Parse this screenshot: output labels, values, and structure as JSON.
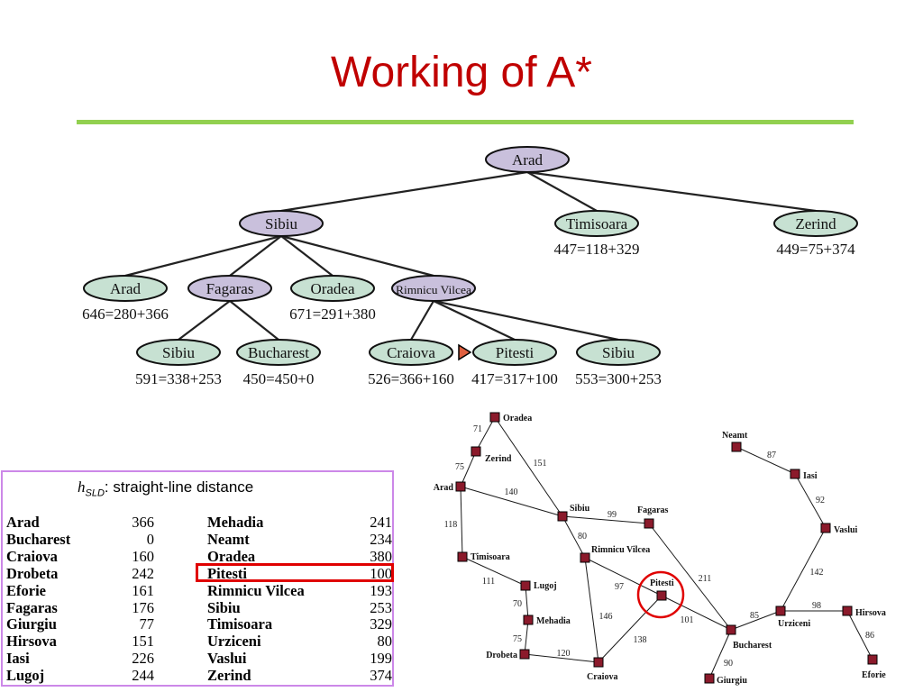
{
  "slide": {
    "title": "Working of A*",
    "heuristic_caption": {
      "symbol": "h",
      "subscript": "SLD",
      "text": ": straight-line distance"
    }
  },
  "colors": {
    "title": "#c00000",
    "rule": "#92d050",
    "expanded_node": "#c9c0dc",
    "frontier_node": "#c7e1d2",
    "highlight": "#e00000",
    "table_border": "#cc88e8",
    "map_city": "#8b1a2b",
    "marker": "#e06040"
  },
  "search_tree": {
    "nodes": [
      {
        "id": "n_arad_root",
        "label": "Arad",
        "state": "expanded",
        "f": ""
      },
      {
        "id": "n_sibiu",
        "label": "Sibiu",
        "state": "expanded",
        "f": ""
      },
      {
        "id": "n_timisoara",
        "label": "Timisoara",
        "state": "frontier",
        "f": "447=118+329"
      },
      {
        "id": "n_zerind",
        "label": "Zerind",
        "state": "frontier",
        "f": "449=75+374"
      },
      {
        "id": "n_arad2",
        "label": "Arad",
        "state": "frontier",
        "f": "646=280+366"
      },
      {
        "id": "n_fagaras",
        "label": "Fagaras",
        "state": "expanded",
        "f": ""
      },
      {
        "id": "n_oradea",
        "label": "Oradea",
        "state": "frontier",
        "f": "671=291+380"
      },
      {
        "id": "n_rimnicu",
        "label": "Rimnicu Vilcea",
        "state": "expanded",
        "f": ""
      },
      {
        "id": "n_sibiu2",
        "label": "Sibiu",
        "state": "frontier",
        "f": "591=338+253"
      },
      {
        "id": "n_bucharest",
        "label": "Bucharest",
        "state": "frontier",
        "f": "450=450+0"
      },
      {
        "id": "n_craiova",
        "label": "Craiova",
        "state": "frontier",
        "f": "526=366+160"
      },
      {
        "id": "n_pitesti",
        "label": "Pitesti",
        "state": "frontier",
        "f": "417=317+100",
        "selected": true
      },
      {
        "id": "n_sibiu3",
        "label": "Sibiu",
        "state": "frontier",
        "f": "553=300+253"
      }
    ],
    "edges": [
      [
        "n_arad_root",
        "n_sibiu"
      ],
      [
        "n_arad_root",
        "n_timisoara"
      ],
      [
        "n_arad_root",
        "n_zerind"
      ],
      [
        "n_sibiu",
        "n_arad2"
      ],
      [
        "n_sibiu",
        "n_fagaras"
      ],
      [
        "n_sibiu",
        "n_oradea"
      ],
      [
        "n_sibiu",
        "n_rimnicu"
      ],
      [
        "n_fagaras",
        "n_sibiu2"
      ],
      [
        "n_fagaras",
        "n_bucharest"
      ],
      [
        "n_rimnicu",
        "n_craiova"
      ],
      [
        "n_rimnicu",
        "n_pitesti"
      ],
      [
        "n_rimnicu",
        "n_sibiu3"
      ]
    ]
  },
  "heuristic_table": {
    "left": [
      {
        "city": "Arad",
        "value": "366"
      },
      {
        "city": "Bucharest",
        "value": "0"
      },
      {
        "city": "Craiova",
        "value": "160"
      },
      {
        "city": "Drobeta",
        "value": "242"
      },
      {
        "city": "Eforie",
        "value": "161"
      },
      {
        "city": "Fagaras",
        "value": "176"
      },
      {
        "city": "Giurgiu",
        "value": "77"
      },
      {
        "city": "Hirsova",
        "value": "151"
      },
      {
        "city": "Iasi",
        "value": "226"
      },
      {
        "city": "Lugoj",
        "value": "244"
      }
    ],
    "right": [
      {
        "city": "Mehadia",
        "value": "241"
      },
      {
        "city": "Neamt",
        "value": "234"
      },
      {
        "city": "Oradea",
        "value": "380"
      },
      {
        "city": "Pitesti",
        "value": "100",
        "highlighted": true
      },
      {
        "city": "Rimnicu Vilcea",
        "value": "193"
      },
      {
        "city": "Sibiu",
        "value": "253"
      },
      {
        "city": "Timisoara",
        "value": "329"
      },
      {
        "city": "Urziceni",
        "value": "80"
      },
      {
        "city": "Vaslui",
        "value": "199"
      },
      {
        "city": "Zerind",
        "value": "374"
      }
    ]
  },
  "romania_map": {
    "cities": [
      {
        "id": "oradea",
        "label": "Oradea"
      },
      {
        "id": "zerind",
        "label": "Zerind"
      },
      {
        "id": "arad",
        "label": "Arad"
      },
      {
        "id": "timisoara",
        "label": "Timisoara"
      },
      {
        "id": "lugoj",
        "label": "Lugoj"
      },
      {
        "id": "mehadia",
        "label": "Mehadia"
      },
      {
        "id": "drobeta",
        "label": "Drobeta"
      },
      {
        "id": "craiova",
        "label": "Craiova"
      },
      {
        "id": "sibiu",
        "label": "Sibiu"
      },
      {
        "id": "fagaras",
        "label": "Fagaras"
      },
      {
        "id": "rimnicu",
        "label": "Rimnicu Vilcea"
      },
      {
        "id": "pitesti",
        "label": "Pitesti",
        "circled": true
      },
      {
        "id": "bucharest",
        "label": "Bucharest"
      },
      {
        "id": "giurgiu",
        "label": "Giurgiu"
      },
      {
        "id": "urziceni",
        "label": "Urziceni"
      },
      {
        "id": "hirsova",
        "label": "Hirsova"
      },
      {
        "id": "eforie",
        "label": "Eforie"
      },
      {
        "id": "vaslui",
        "label": "Vaslui"
      },
      {
        "id": "iasi",
        "label": "Iasi"
      },
      {
        "id": "neamt",
        "label": "Neamt"
      }
    ],
    "roads": [
      {
        "from": "oradea",
        "to": "zerind",
        "distance": "71"
      },
      {
        "from": "zerind",
        "to": "arad",
        "distance": "75"
      },
      {
        "from": "oradea",
        "to": "sibiu",
        "distance": "151"
      },
      {
        "from": "arad",
        "to": "sibiu",
        "distance": "140"
      },
      {
        "from": "arad",
        "to": "timisoara",
        "distance": "118"
      },
      {
        "from": "timisoara",
        "to": "lugoj",
        "distance": "111"
      },
      {
        "from": "lugoj",
        "to": "mehadia",
        "distance": "70"
      },
      {
        "from": "mehadia",
        "to": "drobeta",
        "distance": "75"
      },
      {
        "from": "drobeta",
        "to": "craiova",
        "distance": "120"
      },
      {
        "from": "sibiu",
        "to": "fagaras",
        "distance": "99"
      },
      {
        "from": "sibiu",
        "to": "rimnicu",
        "distance": "80"
      },
      {
        "from": "rimnicu",
        "to": "pitesti",
        "distance": "97"
      },
      {
        "from": "rimnicu",
        "to": "craiova",
        "distance": "146"
      },
      {
        "from": "craiova",
        "to": "pitesti",
        "distance": "138"
      },
      {
        "from": "pitesti",
        "to": "bucharest",
        "distance": "101"
      },
      {
        "from": "fagaras",
        "to": "bucharest",
        "distance": "211"
      },
      {
        "from": "bucharest",
        "to": "giurgiu",
        "distance": "90"
      },
      {
        "from": "bucharest",
        "to": "urziceni",
        "distance": "85"
      },
      {
        "from": "urziceni",
        "to": "hirsova",
        "distance": "98"
      },
      {
        "from": "hirsova",
        "to": "eforie",
        "distance": "86"
      },
      {
        "from": "urziceni",
        "to": "vaslui",
        "distance": "142"
      },
      {
        "from": "vaslui",
        "to": "iasi",
        "distance": "92"
      },
      {
        "from": "iasi",
        "to": "neamt",
        "distance": "87"
      }
    ]
  }
}
